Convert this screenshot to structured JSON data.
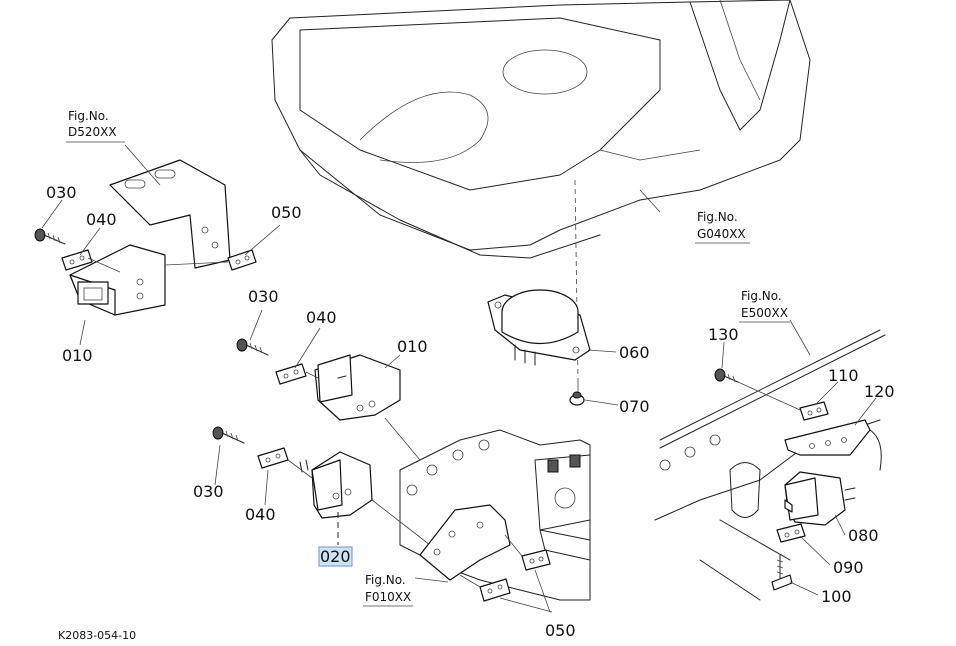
{
  "fig_refs": {
    "d520": {
      "title": "Fig.No.",
      "code": "D520XX"
    },
    "g040": {
      "title": "Fig.No.",
      "code": "G040XX"
    },
    "e500": {
      "title": "Fig.No.",
      "code": "E500XX"
    },
    "f010": {
      "title": "Fig.No.",
      "code": "F010XX"
    }
  },
  "callouts": {
    "c010_left": "010",
    "c030_left": "030",
    "c040_left": "040",
    "c050_top": "050",
    "c030_mid": "030",
    "c040_mid": "040",
    "c010_mid": "010",
    "c030_low": "030",
    "c040_low": "040",
    "c020": "020",
    "c050_bottom": "050",
    "c060": "060",
    "c070": "070",
    "c130": "130",
    "c110": "110",
    "c120": "120",
    "c080": "080",
    "c090": "090",
    "c100": "100"
  },
  "selected_part": "020",
  "drawing_code": "K2083-054-10"
}
